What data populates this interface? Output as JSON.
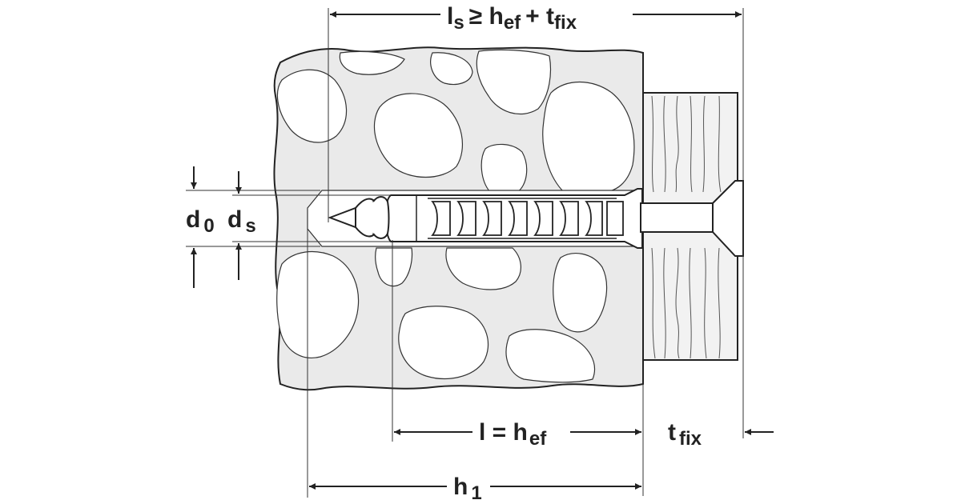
{
  "labels": {
    "ls": "l",
    "ls_sub": "s",
    "ls_rel": "≥ h",
    "ls_hef_sub": "ef",
    "ls_plus": "+ t",
    "ls_tfix_sub": "fix",
    "d0": "d",
    "d0_sub": "0",
    "ds": "d",
    "ds_sub": "s",
    "l_eq": "l = h",
    "l_eq_sub": "ef",
    "tfix": "t",
    "tfix_sub": "fix",
    "h1": "h",
    "h1_sub": "1"
  },
  "colors": {
    "line": "#222222",
    "fill": "#ffffff",
    "concrete": "#e8e8e8"
  }
}
